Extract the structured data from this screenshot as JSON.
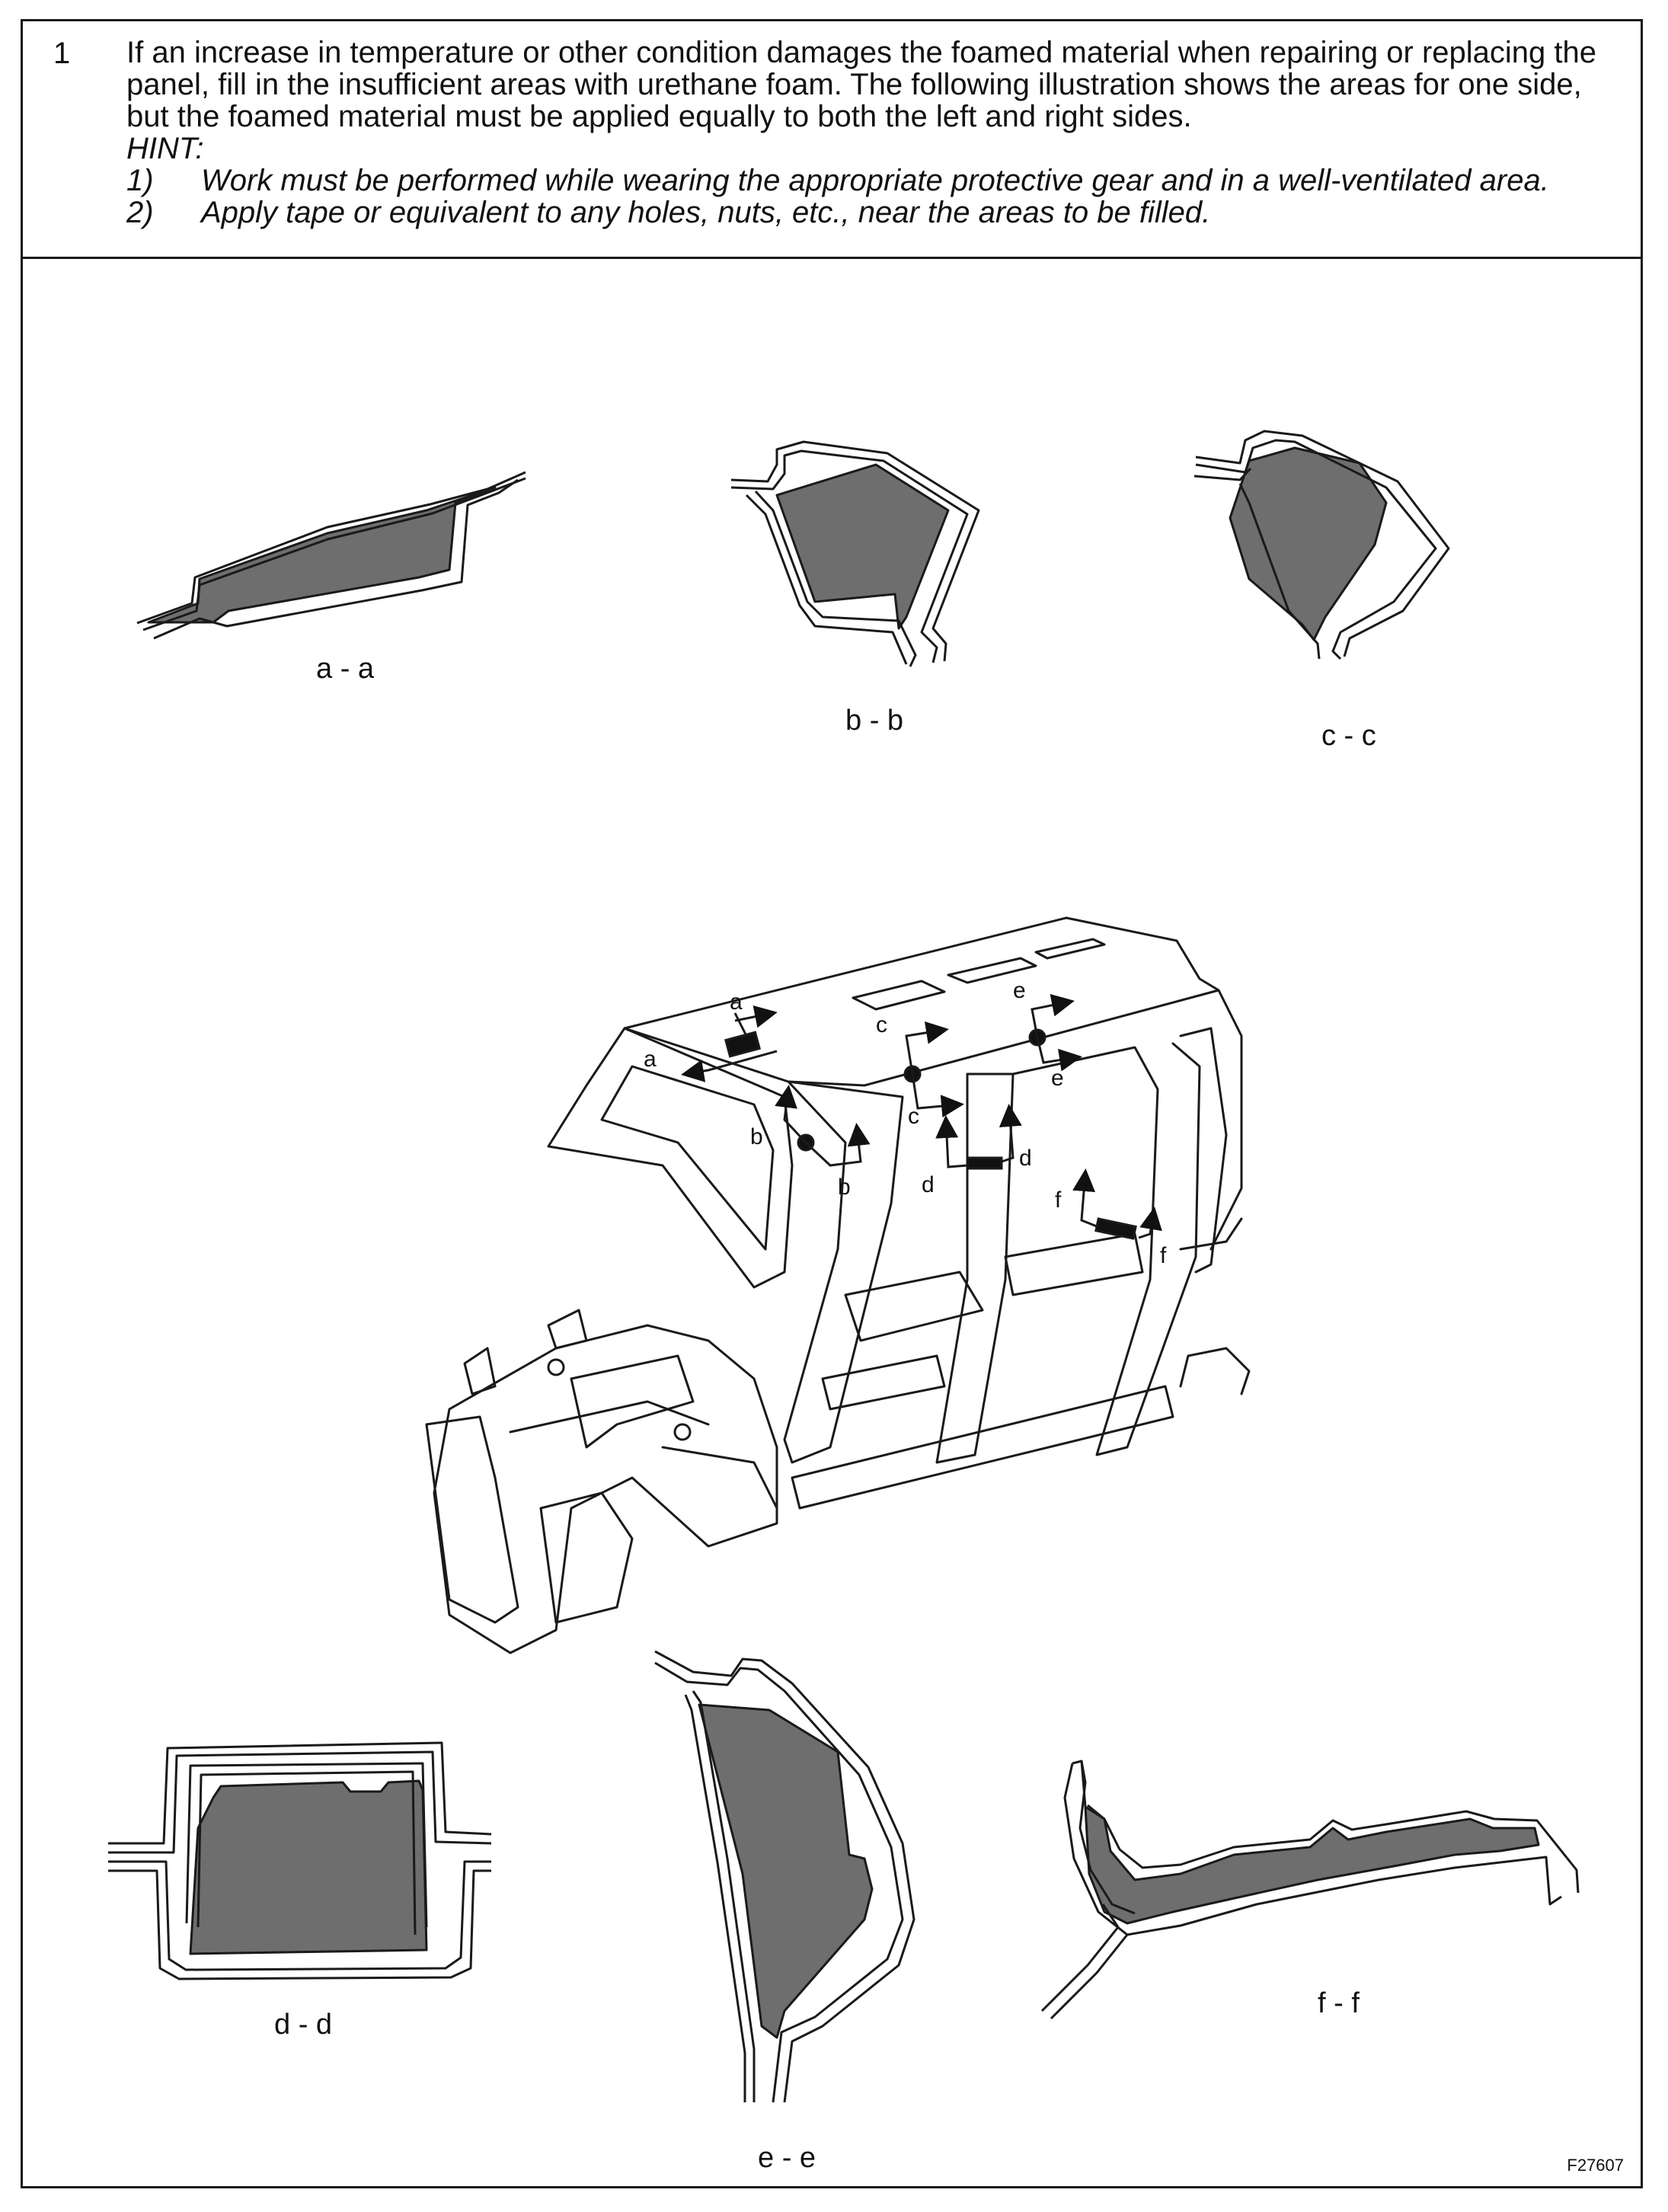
{
  "step": {
    "number": "1",
    "instruction": "If an increase in temperature or other condition damages the foamed material when repairing or replacing the panel, fill in the insufficient areas with urethane foam. The following illustration shows the areas for one side, but the foamed material must be applied equally to both the left and right sides."
  },
  "hint": {
    "title": "HINT:",
    "items": [
      {
        "num": "1)",
        "text": "Work must be performed while wearing the appropriate protective gear and in a well-ventilated area."
      },
      {
        "num": "2)",
        "text": "Apply tape or equivalent to any holes, nuts, etc., near the areas to be filled."
      }
    ]
  },
  "sections": {
    "aa": "a - a",
    "bb": "b - b",
    "cc": "c - c",
    "dd": "d - d",
    "ee": "e - e",
    "ff": "f - f"
  },
  "callouts": {
    "a": "a",
    "b": "b",
    "c": "c",
    "d": "d",
    "e": "e",
    "f": "f"
  },
  "figure_id": "F27607",
  "colors": {
    "foam_fill": "#6e6e6e",
    "line": "#1a1a1a",
    "border": "#1a1a1a"
  }
}
